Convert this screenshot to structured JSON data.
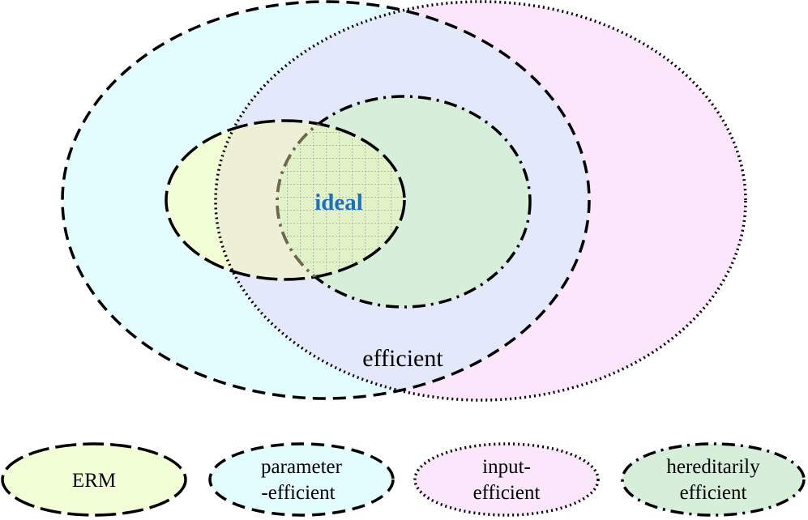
{
  "diagram": {
    "labels": {
      "ideal": "ideal",
      "efficient": "efficient"
    },
    "legend": {
      "erm": {
        "lines": [
          "ERM"
        ]
      },
      "parameter_efficient": {
        "lines": [
          "parameter",
          "-efficient"
        ]
      },
      "input_efficient": {
        "lines": [
          "input-",
          "efficient"
        ]
      },
      "hereditarily_efficient": {
        "lines": [
          "hereditarily",
          "efficient"
        ]
      }
    },
    "colors": {
      "erm_fill": "#f2ffd6",
      "parameter_fill": "#e3fcfd",
      "input_fill": "#fbe6fb",
      "hereditary_fill": "#d7eedb",
      "overlap_param_input": "#e3e8fb",
      "ideal_text": "#1f6fc0",
      "stroke": "#000000"
    }
  }
}
